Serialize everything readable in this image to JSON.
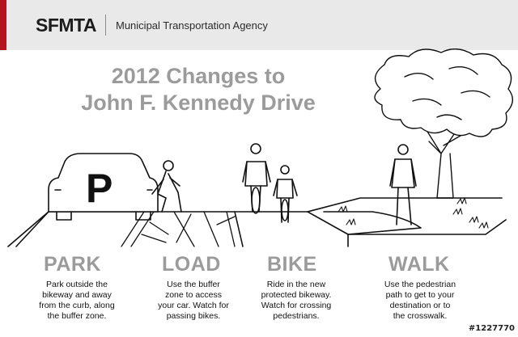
{
  "header": {
    "logo": "SFMTA",
    "agency": "Municipal Transportation Agency",
    "accent_color": "#b3121f"
  },
  "title": {
    "line1": "2012 Changes to",
    "line2": "John F. Kennedy Drive"
  },
  "sections": [
    {
      "heading": "PARK",
      "text": [
        "Park outside the",
        "bikeway and away",
        "from the curb, along",
        "the buffer zone."
      ]
    },
    {
      "heading": "LOAD",
      "text": [
        "Use the buffer",
        "zone to access",
        "your car. Watch for",
        "passing bikes."
      ]
    },
    {
      "heading": "BIKE",
      "text": [
        "Ride in the new",
        "protected bikeway.",
        "Watch for crossing",
        "pedestrians."
      ]
    },
    {
      "heading": "WALK",
      "text": [
        "Use the pedestrian",
        "path to get to your",
        "destination or to",
        "the crosswalk."
      ]
    }
  ],
  "car_sign": "P",
  "watermark": "#1227770"
}
